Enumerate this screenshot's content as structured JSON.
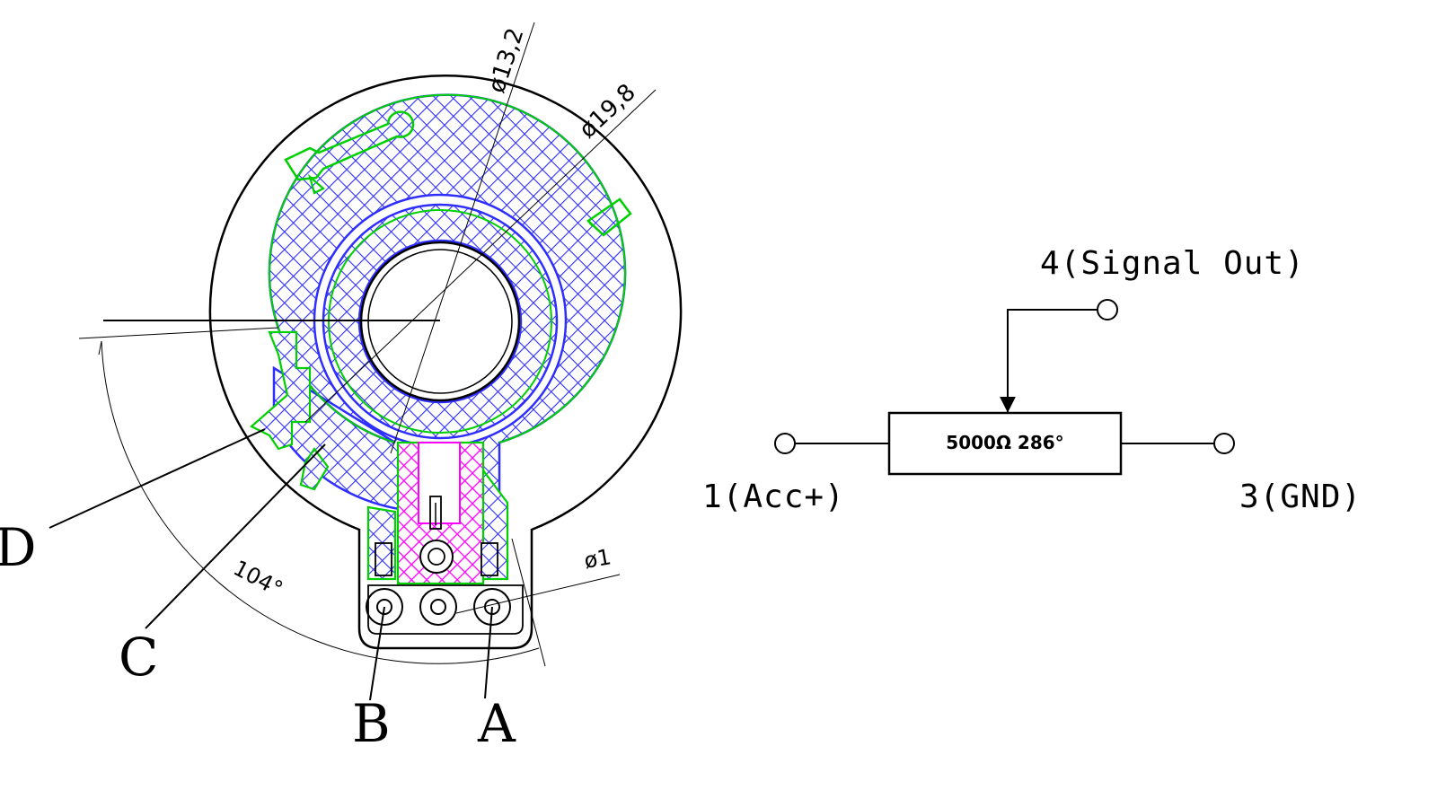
{
  "dimensions": {
    "outer_diameter": "ø19,8",
    "inner_diameter": "ø13,2",
    "hole_diameter": "ø1",
    "angle": "104°"
  },
  "pads": {
    "D": "D",
    "C": "C",
    "B": "B",
    "A": "A"
  },
  "schematic": {
    "signal_out": "4(Signal Out)",
    "acc_plus": "1(Acc+)",
    "gnd": "3(GND)",
    "resistor_value": "5000Ω 286°"
  },
  "colors": {
    "resistive_track": "#2e2eff",
    "conductor_outline": "#00d000",
    "wiper_contact": "#ff00ff",
    "line": "#000000"
  }
}
